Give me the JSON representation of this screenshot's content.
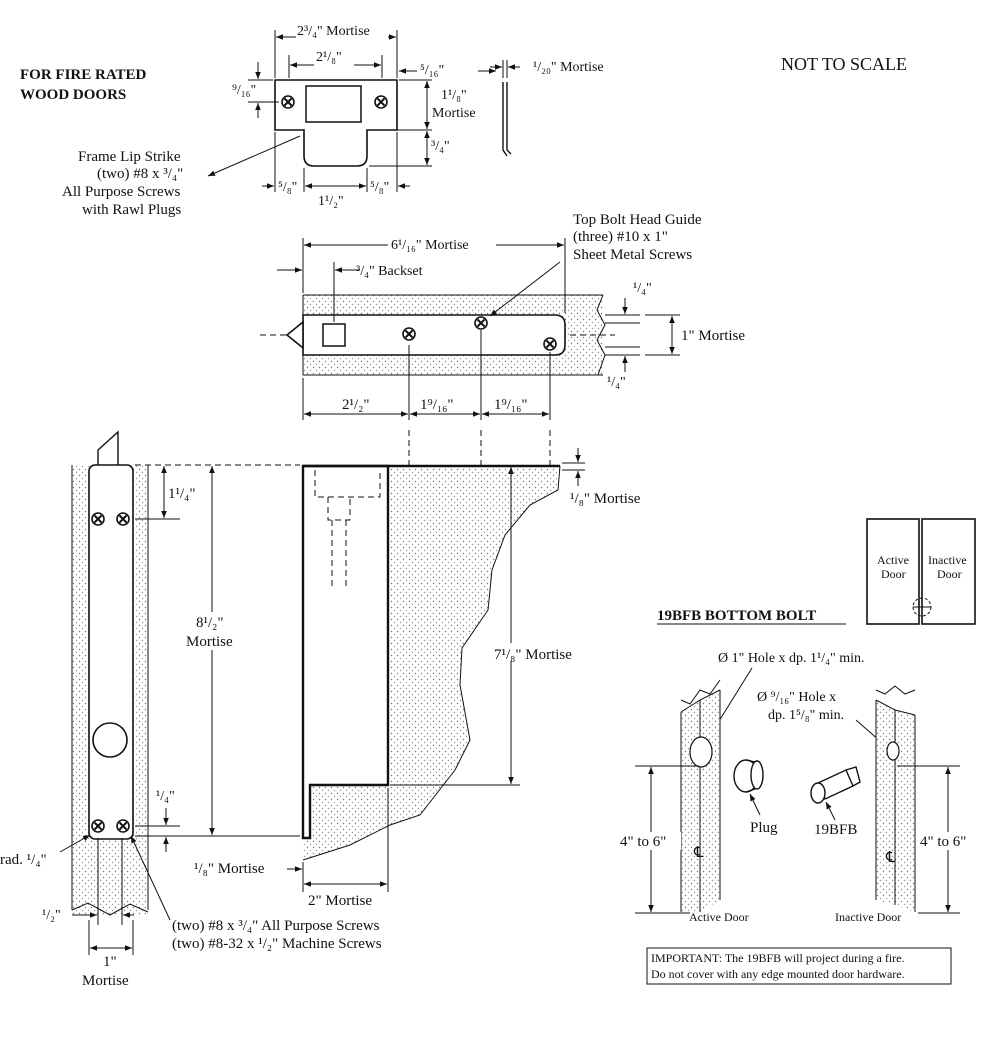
{
  "header": {
    "title_line1": "FOR FIRE RATED",
    "title_line2": "WOOD DOORS",
    "scale_note": "NOT TO SCALE"
  },
  "strike": {
    "width_mortise": "2³/₄\" Mortise",
    "opening": "2¹/₈\"",
    "edge_offset": "⁵/₁₆\"",
    "thickness": "¹/₂₀\" Mortise",
    "screw_offset": "⁹/₁₆\"",
    "height_mortise_1": "1¹/₈\"",
    "height_mortise_2": "Mortise",
    "lip": "³/₄\"",
    "side_left": "⁵/₈\"",
    "side_right": "⁵/₈\"",
    "center_width": "1¹/₂\"",
    "callout_1": "Frame Lip Strike",
    "callout_2": "(two) #8 x ³/₄\"",
    "callout_3": "All Purpose Screws",
    "callout_4": "with Rawl Plugs"
  },
  "top_bolt": {
    "length_mortise": "6¹/₁₆\" Mortise",
    "backset": "³/₄\" Backset",
    "guide_1": "Top Bolt Head Guide",
    "guide_2": "(three) #10 x 1\"",
    "guide_3": "Sheet Metal Screws",
    "edge_top": "¹/₄\"",
    "edge_bottom": "¹/₄\"",
    "mortise_width": "1\" Mortise",
    "spacing_1": "2¹/₂\"",
    "spacing_2": "1⁹/₁₆\"",
    "spacing_3": "1⁹/₁₆\""
  },
  "side_view": {
    "top_offset": "1¹/₄\"",
    "length_1": "8¹/₂\"",
    "length_2": "Mortise",
    "bottom_offset": "¹/₄\"",
    "radius": "rad. ¹/₄\"",
    "edge": "¹/₂\"",
    "screws_1": "(two) #8 x ³/₄\" All Purpose Screws",
    "screws_2": "(two) #8-32 x ¹/₂\" Machine Screws",
    "width_1": "1\"",
    "width_2": "Mortise"
  },
  "section_view": {
    "plate_mortise": "¹/₈\" Mortise",
    "depth": "7¹/₈\" Mortise",
    "bottom_mortise": "¹/₈\" Mortise",
    "width": "2\" Mortise"
  },
  "doors": {
    "active_1": "Active",
    "active_2": "Door",
    "inactive_1": "Inactive",
    "inactive_2": "Door"
  },
  "bottom_bolt": {
    "title": "19BFB BOTTOM BOLT",
    "hole_1": "Ø 1\" Hole x dp. 1¹/₄\" min.",
    "hole_2a": "Ø ⁹/₁₆\" Hole x",
    "hole_2b": "dp. 1⁵/₈\" min.",
    "plug": "Plug",
    "part": "19BFB",
    "range_left": "4\" to 6\"",
    "range_right": "4\" to 6\"",
    "cl_left": "℄",
    "cl_right": "℄",
    "door_left": "Active Door",
    "door_right": "Inactive Door",
    "important_1": "IMPORTANT: The 19BFB will project during a fire.",
    "important_2": "Do not cover with any edge mounted door hardware."
  }
}
